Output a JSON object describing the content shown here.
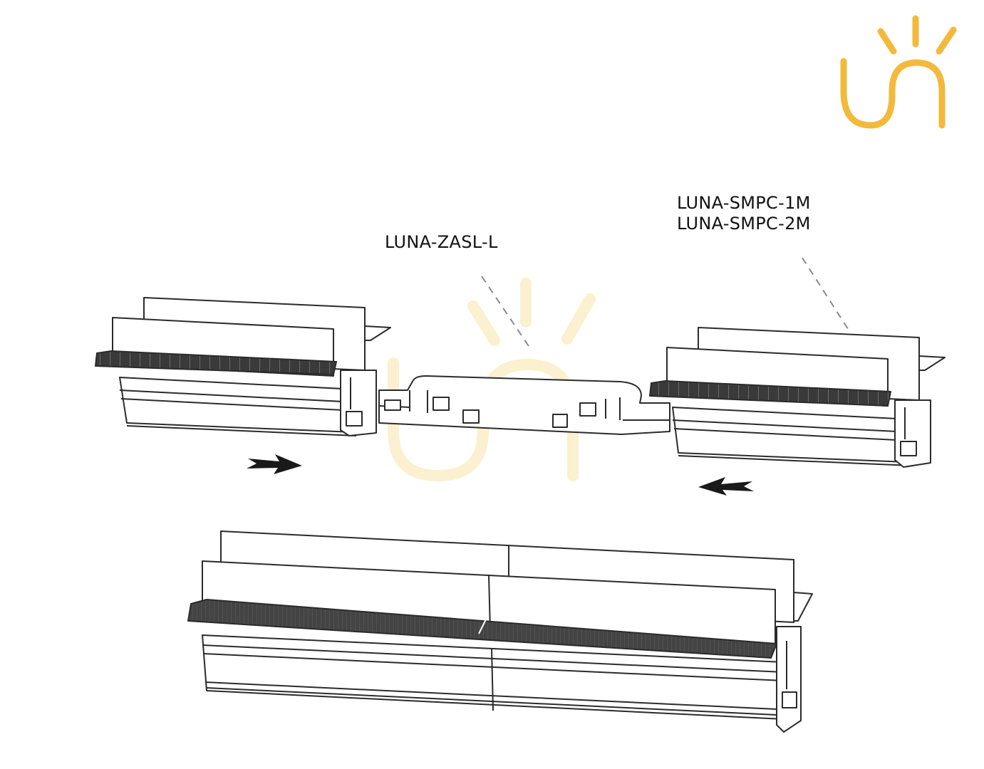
{
  "labels": {
    "connector": "LUNA-ZASL-L",
    "profile_1m": "LUNA-SMPC-1M",
    "profile_2m": "LUNA-SMPC-2M"
  },
  "colors": {
    "logo": "#F2B93B",
    "watermark": "#FBF0CF",
    "line": "#2b2b2b",
    "diffuser": "#3a3a3a",
    "leader": "#8a8a8a"
  },
  "icons": {
    "logo": "sun-un-logo-icon",
    "arrow_right": "arrow-right-icon",
    "arrow_left": "arrow-left-icon"
  }
}
